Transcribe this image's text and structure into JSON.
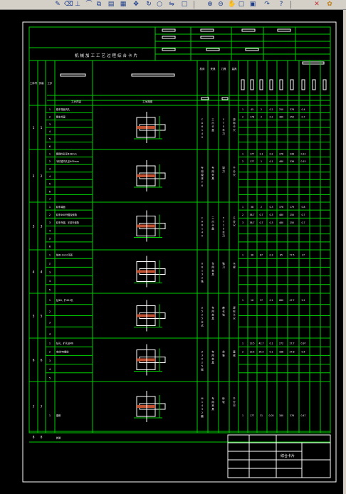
{
  "title": "机械加工工艺过程综合卡片",
  "table": {
    "header_cols": [
      "工序号",
      "安装",
      "工步",
      "工序内容",
      "工序简图",
      "机床",
      "夹具",
      "刀具",
      "量具"
    ],
    "header_note": "工步内容"
  },
  "rows": [
    {
      "num": "1",
      "steps": [
        "1",
        "2",
        "3",
        "4",
        "5",
        "6"
      ],
      "labels": [
        "粗车端面内孔",
        "粗车外圆"
      ],
      "machine": "CA6140车床",
      "fixture": "三爪卡盘",
      "tool": "YT5车刀",
      "measure": "游标卡尺",
      "params": [
        [
          "1",
          "45",
          "2",
          "0.2",
          "250",
          "376",
          "0.4"
        ],
        [
          "2",
          "178",
          "2",
          "0.2",
          "480",
          "250",
          "0.7"
        ]
      ]
    },
    {
      "num": "2",
      "steps": [
        "1",
        "2",
        "3",
        "4",
        "5",
        "6",
        "7"
      ],
      "labels": [
        "粗镗内孔至Φ38mm",
        "半精镗内孔至Φ39mm"
      ],
      "machine": "专用镗床T68",
      "fixture": "专用夹具",
      "tool": "镗刀",
      "measure": "千分尺",
      "params": [
        [
          "1",
          "177",
          "2.1",
          "0.2",
          "376",
          "336",
          "0.12"
        ],
        [
          "2",
          "177",
          "1",
          "0.1",
          "480",
          "336",
          "0.15"
        ]
      ]
    },
    {
      "num": "3",
      "steps": [
        "1",
        "2",
        "3",
        "4",
        "5",
        "6"
      ],
      "labels": [
        "精车端面",
        "精车Φ80外圆及倒角",
        "精车外圆、半精车倒角"
      ],
      "machine": "CA6140车床",
      "fixture": "三爪卡盘",
      "tool": "YT15车刀",
      "measure": "千分尺",
      "params": [
        [
          "1",
          "38",
          "2",
          "0.3",
          "376",
          "179",
          "0.8"
        ],
        [
          "2",
          "38.7",
          "0.7",
          "0.3",
          "480",
          "250",
          "0.7"
        ],
        [
          "3",
          "38.7",
          "0.7",
          "0.3",
          "480",
          "250",
          "0.7"
        ]
      ]
    },
    {
      "num": "4",
      "steps": [
        "1",
        "2",
        "3",
        "4",
        "5"
      ],
      "labels": [
        "铣Φ10×30平面"
      ],
      "machine": "X6132铣床",
      "fixture": "专用夹具",
      "tool": "铣刀",
      "measure": "卡规",
      "params": [
        [
          "1",
          "36",
          "67",
          "0.3",
          "65",
          "77.5",
          "27"
        ]
      ]
    },
    {
      "num": "5",
      "steps": [
        "1",
        "2",
        "3",
        "4"
      ],
      "labels": [
        "钻Φ8、扩Φ10孔"
      ],
      "machine": "Z525立式钻床",
      "fixture": "专用夹具",
      "tool": "麻花钻",
      "measure": "游标卡尺",
      "params": [
        [
          "1",
          "16",
          "37",
          "0.1",
          "680",
          "47.7",
          "2.2"
        ]
      ]
    },
    {
      "num": "6",
      "steps": [
        "1",
        "2",
        "3",
        "4",
        "5"
      ],
      "labels": [
        "钻孔、扩孔钻M6",
        "攻丝M6螺纹"
      ],
      "machine": "Z3025摇臂钻床",
      "fixture": "专用夹具",
      "tool": "丝锥",
      "measure": "塞规",
      "params": [
        [
          "1",
          "13.5",
          "42.7",
          "0.1",
          "272",
          "27.7",
          "0.97"
        ],
        [
          "2",
          "13.5",
          "35.5",
          "0.1",
          "188",
          "27.8",
          "0.5"
        ]
      ]
    },
    {
      "num": "7",
      "steps": [
        "1"
      ],
      "labels": [
        "磨削"
      ],
      "machine": "M1432磨床",
      "fixture": "专用夹具",
      "tool": "砂轮",
      "measure": "千分尺",
      "params": [
        [
          "1",
          "177",
          "31",
          "0.05",
          "180",
          "376",
          "0.47"
        ]
      ]
    },
    {
      "num": "8",
      "steps": [],
      "labels": [
        "检验"
      ],
      "machine": "",
      "fixture": "",
      "tool": "",
      "measure": "",
      "params": []
    }
  ],
  "titleblock": {
    "name": "综合卡片"
  }
}
